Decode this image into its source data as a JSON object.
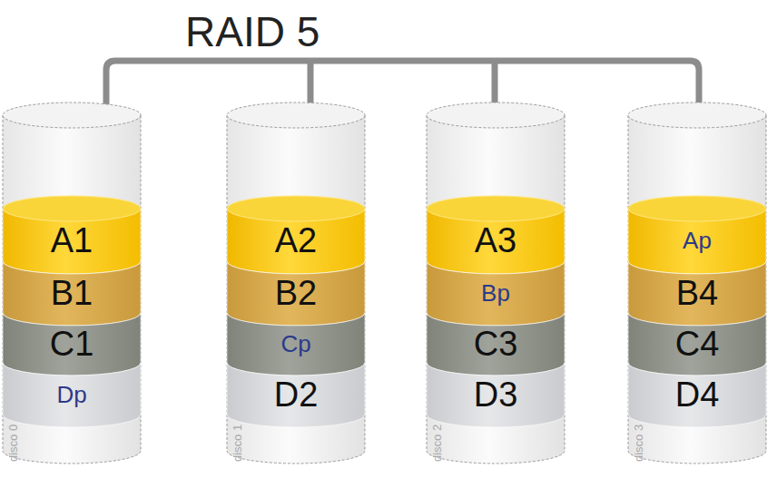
{
  "diagram": {
    "title": "RAID 5",
    "nodes": [
      {
        "text": [
          "disco 0"
        ]
      },
      {
        "text": [
          "A1"
        ],
        "in": 0
      },
      {
        "text": [
          "B1"
        ],
        "in": 0
      },
      {
        "text": [
          "C1"
        ],
        "in": 0
      },
      {
        "text": [
          "Dp"
        ],
        "in": 0
      },
      {
        "text": [
          "disco 1"
        ]
      },
      {
        "text": [
          "A2"
        ],
        "in": 5
      },
      {
        "text": [
          "B2"
        ],
        "in": 5
      },
      {
        "text": [
          "Cp"
        ],
        "in": 5
      },
      {
        "text": [
          "D2"
        ],
        "in": 5
      },
      {
        "text": [
          "disco 2"
        ]
      },
      {
        "text": [
          "A3"
        ],
        "in": 10
      },
      {
        "text": [
          "Bp"
        ],
        "in": 10
      },
      {
        "text": [
          "C3"
        ],
        "in": 10
      },
      {
        "text": [
          "D3"
        ],
        "in": 10
      },
      {
        "text": [
          "disco 3"
        ]
      },
      {
        "text": [
          "Ap"
        ],
        "in": 15
      },
      {
        "text": [
          "B4"
        ],
        "in": 15
      },
      {
        "text": [
          "C4"
        ],
        "in": 15
      },
      {
        "text": [
          "D4"
        ],
        "in": 15
      }
    ]
  }
}
